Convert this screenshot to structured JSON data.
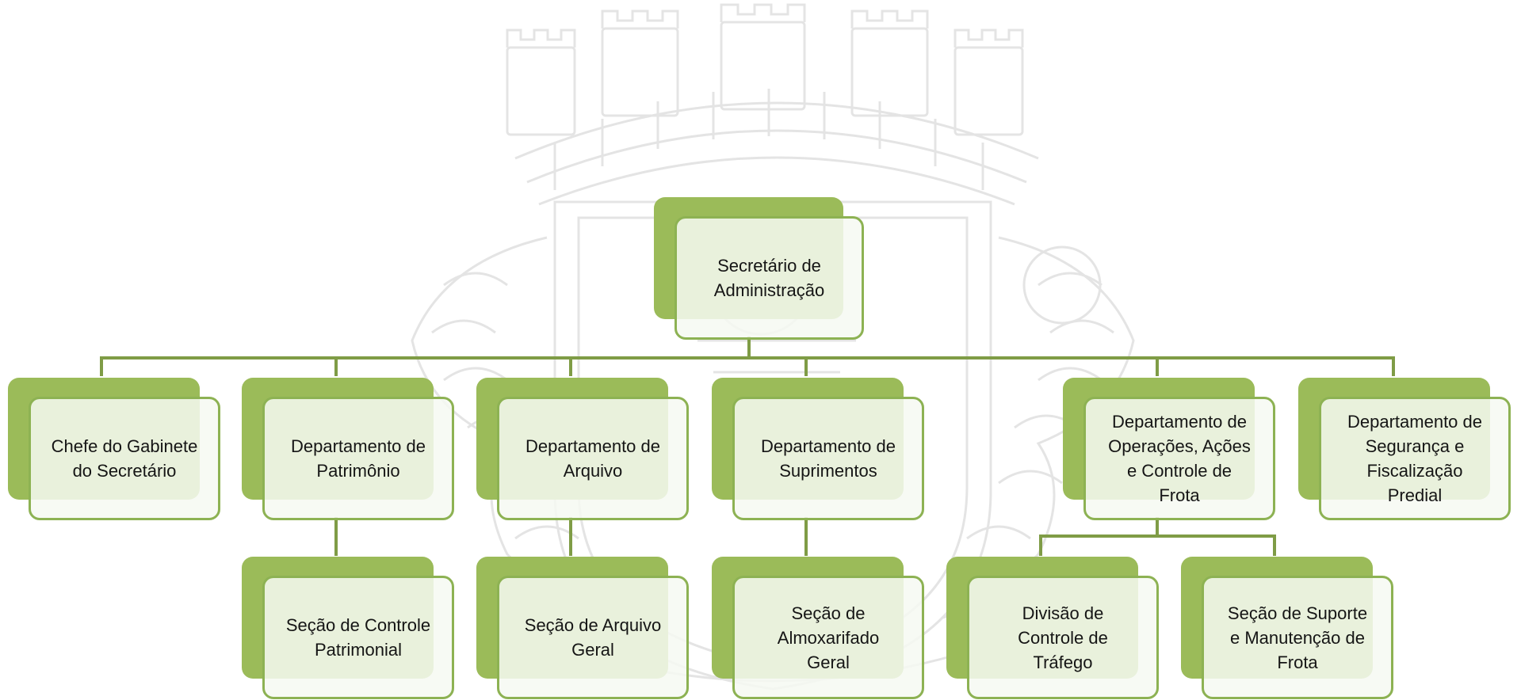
{
  "colors": {
    "accent": "#9BBB59",
    "border": "#8DB253",
    "connector": "#7F9C46",
    "watermark": "#E6E6E6"
  },
  "watermark": {
    "icon": "city-coat-of-arms"
  },
  "org_chart": {
    "root": {
      "label": "Secretário de\nAdministração"
    },
    "departments": [
      {
        "label": "Chefe do Gabinete\ndo Secretário"
      },
      {
        "label": "Departamento de\nPatrimônio"
      },
      {
        "label": "Departamento de\nArquivo"
      },
      {
        "label": "Departamento de\nSuprimentos"
      },
      {
        "label": "Departamento de\nOperações, Ações\ne Controle de\nFrota"
      },
      {
        "label": "Departamento de\nSegurança e\nFiscalização\nPredial"
      }
    ],
    "sections": [
      {
        "label": "Seção de Controle\nPatrimonial"
      },
      {
        "label": "Seção de Arquivo\nGeral"
      },
      {
        "label": "Seção de\nAlmoxarifado\nGeral"
      },
      {
        "label": "Divisão de\nControle de\nTráfego"
      },
      {
        "label": "Seção de Suporte\ne Manutenção de\nFrota"
      }
    ]
  }
}
